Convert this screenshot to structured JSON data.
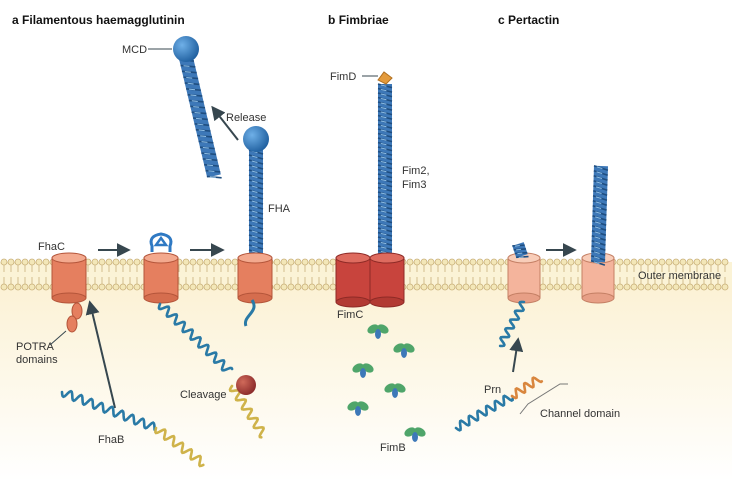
{
  "panels": {
    "a": {
      "letter": "a",
      "title": "Filamentous haemagglutinin"
    },
    "b": {
      "letter": "b",
      "title": "Fimbriae"
    },
    "c": {
      "letter": "c",
      "title": "Pertactin"
    }
  },
  "labels": {
    "mcd": "MCD",
    "release": "Release",
    "fha": "FHA",
    "fhac": "FhaC",
    "potra_line1": "POTRA",
    "potra_line2": "domains",
    "cleavage": "Cleavage",
    "fhab": "FhaB",
    "fimd": "FimD",
    "fim2": "Fim2,",
    "fim3": "Fim3",
    "fimc": "FimC",
    "fimb": "FimB",
    "prn": "Prn",
    "channel": "Channel domain",
    "outer_membrane": "Outer membrane"
  },
  "colors": {
    "membrane_head": "#f3e7b8",
    "membrane_line": "#c9b07a",
    "periplasm_top": "#fbf0d0",
    "fhac_body": "#e57f5f",
    "fhac_top": "#f3a98e",
    "fimc_body": "#c8443d",
    "prn_body": "#f4b49c",
    "helix_blue": "#3d78b8",
    "helix_dark": "#245487",
    "globe": "#2f79c3",
    "wave_blue": "#2a7aa6",
    "wave_yellow": "#cfb34a",
    "wave_orange": "#d9863e",
    "green": "#4fa56a",
    "cleave_ball": "#a63a3a",
    "arrow": "#37474f"
  }
}
